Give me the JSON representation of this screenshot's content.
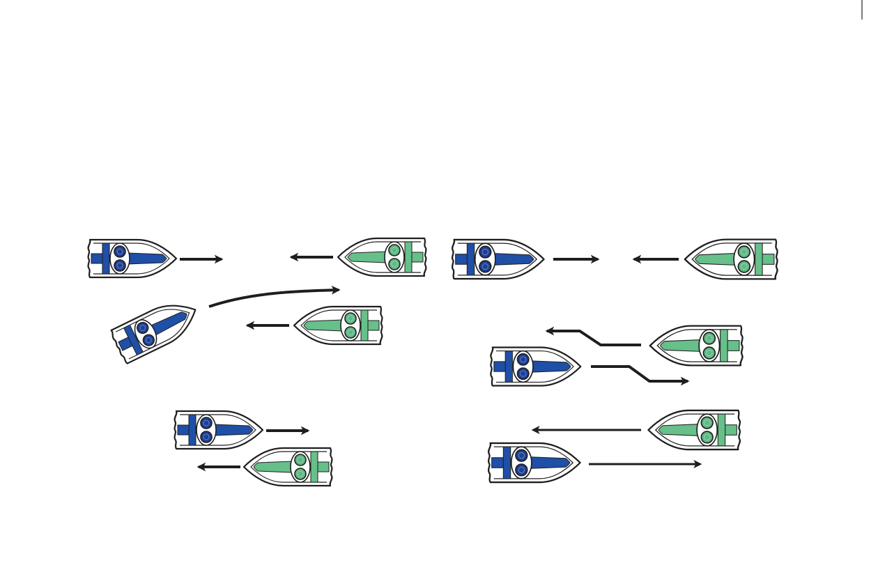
{
  "colors": {
    "give_way_vessel": "#1f4fa6",
    "give_way_engine": "#1d3f95",
    "stand_on_vessel": "#67bf8a",
    "stand_on_engine": "#5fb884",
    "outline": "#1e1e1e",
    "background": "#ffffff"
  },
  "figure": {
    "panels": [
      {
        "id": "head-on-left",
        "boats": [
          "blue-boat",
          "green-boat"
        ],
        "outcome": "blue-boat-turns-right"
      },
      {
        "id": "passing-port-to-port",
        "boats": [
          "blue-boat",
          "green-boat"
        ]
      },
      {
        "id": "head-on-right",
        "boats": [
          "blue-boat",
          "green-boat"
        ],
        "outcome": "both-alter-course-to-starboard"
      },
      {
        "id": "passing-starboard-to-starboard",
        "boats": [
          "blue-boat",
          "green-boat"
        ]
      }
    ]
  },
  "icons": {
    "vessel": "boat-top-view-icon",
    "direction": "arrow-icon"
  }
}
